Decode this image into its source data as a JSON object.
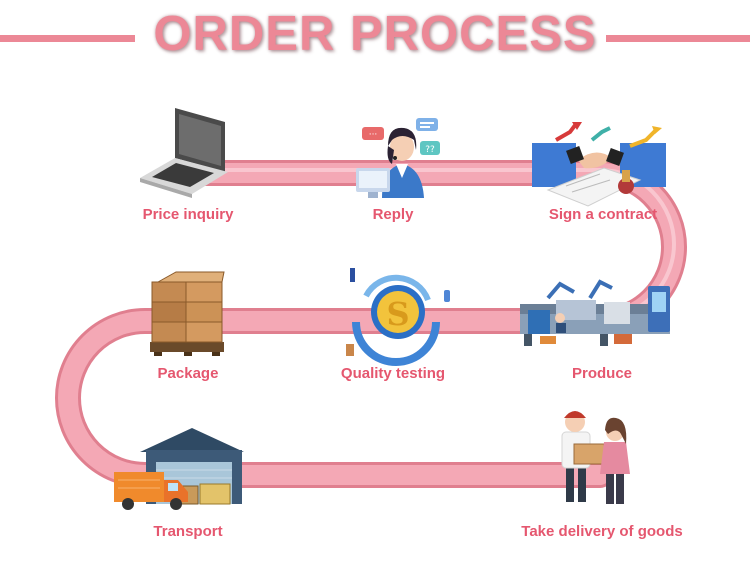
{
  "title": "ORDER PROCESS",
  "colors": {
    "accent": "#ec8896",
    "label": "#e5576f",
    "path": "#f09aaa",
    "path_edge": "#e07f8f"
  },
  "steps": [
    {
      "label": "Price inquiry",
      "icon": "laptop-icon"
    },
    {
      "label": "Reply",
      "icon": "customer-service-icon"
    },
    {
      "label": "Sign a contract",
      "icon": "handshake-contract-icon"
    },
    {
      "label": "Produce",
      "icon": "factory-line-icon"
    },
    {
      "label": "Quality testing",
      "icon": "quality-seal-icon"
    },
    {
      "label": "Package",
      "icon": "boxes-pallet-icon"
    },
    {
      "label": "Transport",
      "icon": "warehouse-truck-icon"
    },
    {
      "label": "Take delivery of goods",
      "icon": "delivery-people-icon"
    }
  ]
}
